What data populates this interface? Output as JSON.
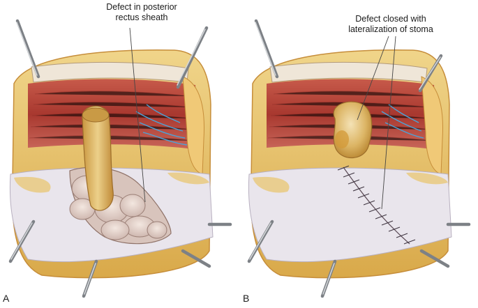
{
  "panels": [
    {
      "letter": "A",
      "callout": [
        "Defect in posterior",
        "rectus sheath"
      ]
    },
    {
      "letter": "B",
      "callout": [
        "Defect closed with",
        "lateralization of stoma"
      ]
    }
  ],
  "colors": {
    "muscle": "#b8473f",
    "fat": "#e6c56a",
    "peritoneum": "#e8e4ea",
    "bowel": "#d9b56a",
    "vessel": "#4aa3d8",
    "retractor": "#9a9ea3"
  }
}
